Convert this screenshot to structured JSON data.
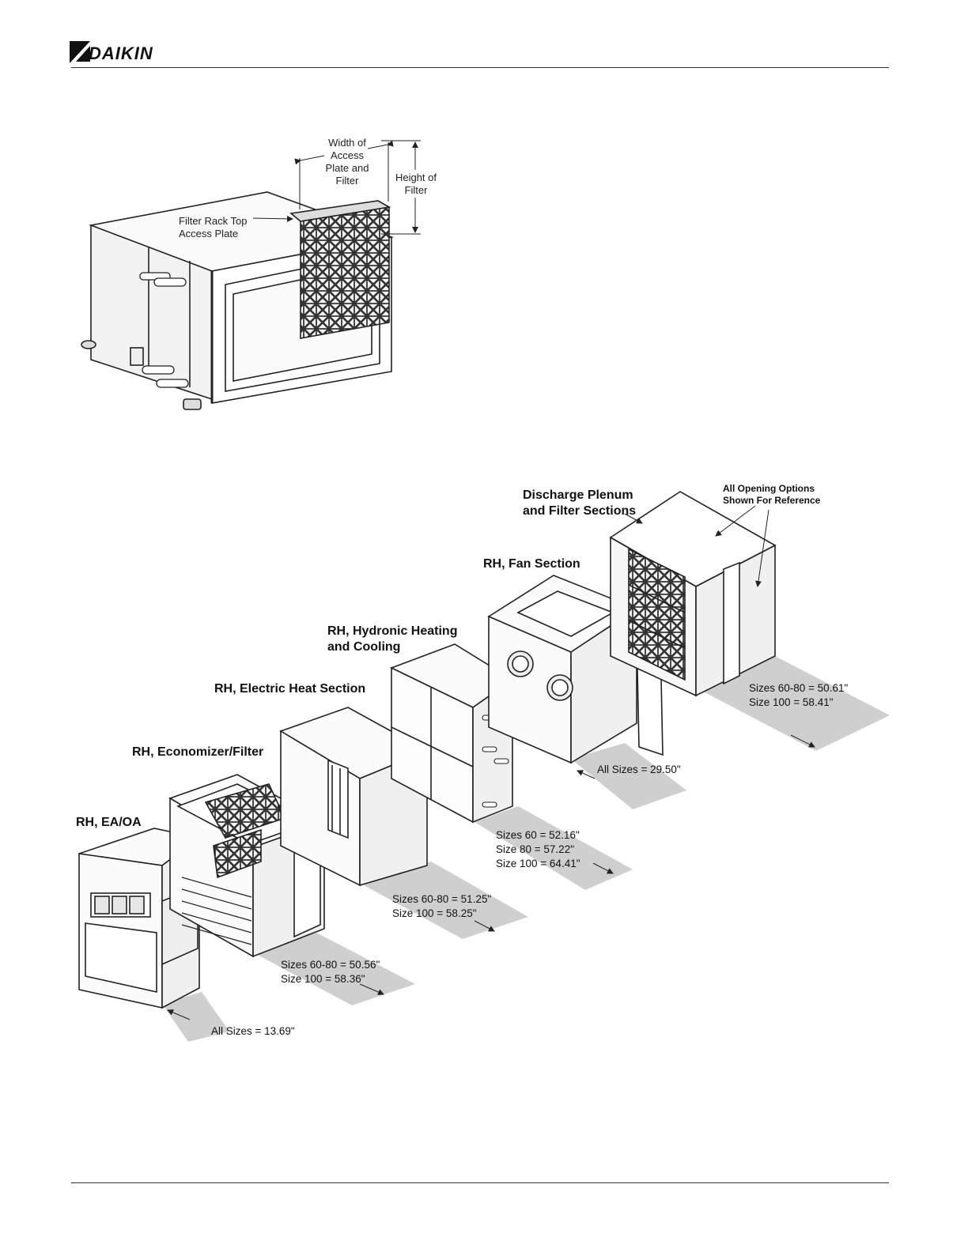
{
  "header": {
    "brand": "DAIKIN"
  },
  "figure_top": {
    "label_width": "Width of Access Plate and Filter",
    "label_width_lines": [
      "Width of",
      "Access",
      "Plate and",
      "Filter"
    ],
    "label_height_lines": [
      "Height of",
      "Filter"
    ],
    "label_plate_lines": [
      "Filter Rack Top",
      "Access Plate"
    ]
  },
  "figure_bottom": {
    "note_lines": [
      "All Opening Options",
      "Shown For Reference"
    ],
    "sections": [
      {
        "title_lines": [
          "Discharge Plenum",
          "and Filter Sections"
        ],
        "dims": [
          "Sizes 60-80 = 50.61\"",
          "Size 100 = 58.41\""
        ]
      },
      {
        "title_lines": [
          "RH, Fan Section"
        ],
        "dims": [
          "All Sizes = 29.50\""
        ]
      },
      {
        "title_lines": [
          "RH, Hydronic Heating",
          "and Cooling"
        ],
        "dims": [
          "Sizes 60 = 52.16\"",
          "Size 80 = 57.22\"",
          "Size 100 = 64.41\""
        ]
      },
      {
        "title_lines": [
          "RH, Electric Heat Section"
        ],
        "dims": [
          "Sizes 60-80 = 51.25\"",
          "Size 100 = 58.25\""
        ]
      },
      {
        "title_lines": [
          "RH, Economizer/Filter"
        ],
        "dims": [
          "Sizes 60-80 = 50.56\"",
          "Size 100 = 58.36\""
        ]
      },
      {
        "title_lines": [
          "RH, EA/OA"
        ],
        "dims": [
          "All Sizes = 13.69\""
        ]
      }
    ]
  }
}
